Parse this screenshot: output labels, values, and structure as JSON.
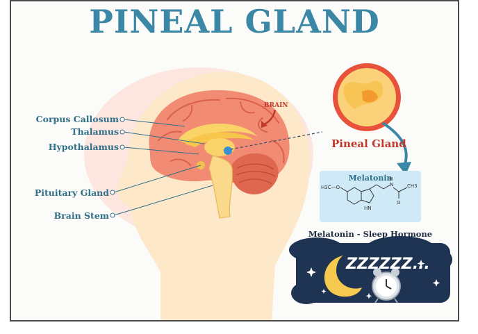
{
  "title": "PINEAL GLAND",
  "labels": {
    "corpus_callosum": "Corpus Callosum",
    "thalamus": "Thalamus",
    "hypothalamus": "Hypothalamus",
    "pituitary_gland": "Pituitary Gland",
    "brain_stem": "Brain Stem",
    "brain": "BRAIN",
    "pineal_gland": "Pineal Gland"
  },
  "melatonin": {
    "title": "Melatonin",
    "formula_labels": [
      "H3C—O",
      "H",
      "N",
      "CH3",
      "O",
      "HN"
    ]
  },
  "sleep": {
    "title": "Melatonin - Sleep Hormone",
    "snore": "ZZZZZZ..."
  },
  "colors": {
    "title": "#3a87a6",
    "label": "#2f6f88",
    "accent_red": "#c0392b",
    "brain": "#f28b74",
    "night_sky": "#1f3352",
    "melatonin_bg": "#cfeaf6"
  }
}
